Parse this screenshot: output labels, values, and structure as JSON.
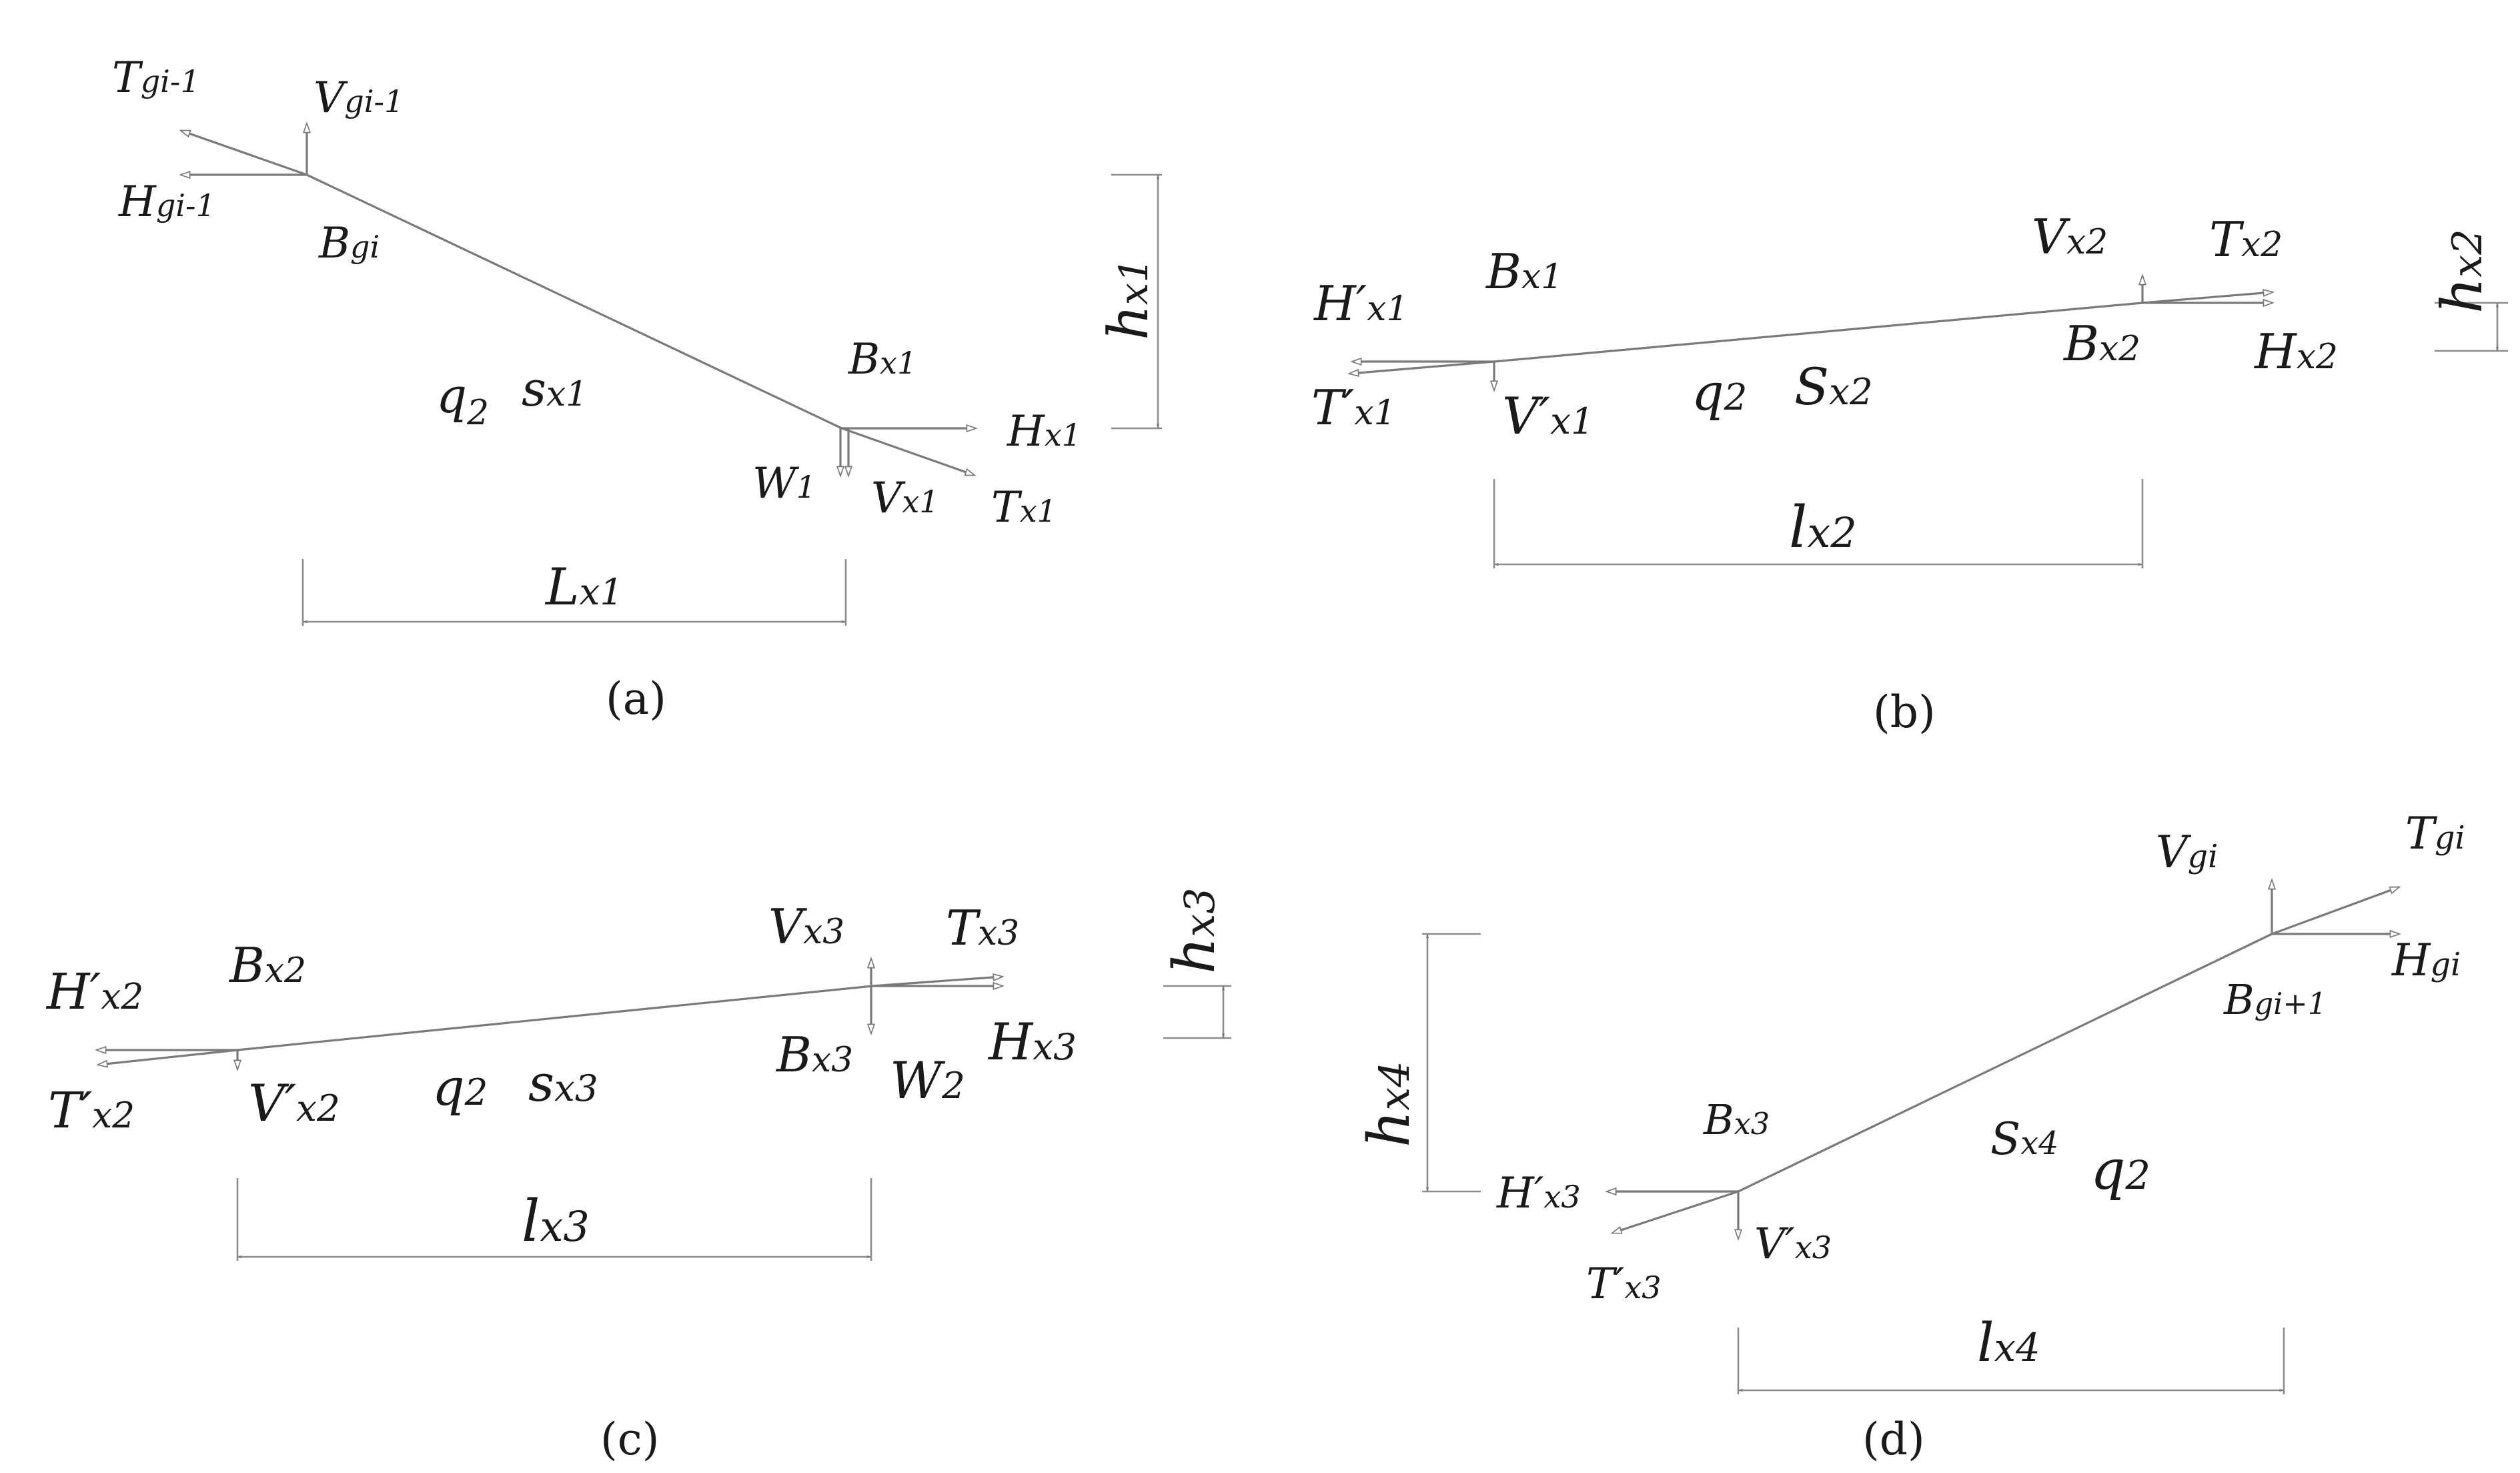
{
  "panels": [
    {
      "caption": "(a)",
      "labels": {
        "T_top": "T",
        "T_top_sub": "gi-1",
        "V_top": "V",
        "V_top_sub": "gi-1",
        "H_top": "H",
        "H_top_sub": "gi-1",
        "B_top": "B",
        "B_top_sub": "gi",
        "q": "q",
        "q_sub": "2",
        "s": "s",
        "s_sub": "x1",
        "B_end": "B",
        "B_end_sub": "x1",
        "H_end": "H",
        "H_end_sub": "x1",
        "W": "W",
        "W_sub": "1",
        "V_end": "V",
        "V_end_sub": "x1",
        "T_end": "T",
        "T_end_sub": "x1",
        "h": "h",
        "h_sub": "x1",
        "L": "L",
        "L_sub": "x1"
      }
    },
    {
      "caption": "(b)",
      "labels": {
        "H_left": "H′",
        "H_left_sub": "x1",
        "T_left": "T′",
        "T_left_sub": "x1",
        "B_left": "B",
        "B_left_sub": "x1",
        "V_left": "V′",
        "V_left_sub": "x1",
        "q": "q",
        "q_sub": "2",
        "s": "S",
        "s_sub": "x2",
        "V_right": "V",
        "V_right_sub": "x2",
        "T_right": "T",
        "T_right_sub": "x2",
        "B_right": "B",
        "B_right_sub": "x2",
        "H_right": "H",
        "H_right_sub": "x2",
        "h": "h",
        "h_sub": "x2",
        "l": "l",
        "l_sub": "x2"
      }
    },
    {
      "caption": "(c)",
      "labels": {
        "H_left": "H′",
        "H_left_sub": "x2",
        "T_left": "T′",
        "T_left_sub": "x2",
        "B_left": "B",
        "B_left_sub": "x2",
        "V_left": "V′",
        "V_left_sub": "x2",
        "q": "q",
        "q_sub": "2",
        "s": "s",
        "s_sub": "x3",
        "V_right": "V",
        "V_right_sub": "x3",
        "T_right": "T",
        "T_right_sub": "x3",
        "B_right": "B",
        "B_right_sub": "x3",
        "W": "W",
        "W_sub": "2",
        "H_right": "H",
        "H_right_sub": "x3",
        "h": "h",
        "h_sub": "x3",
        "l": "l",
        "l_sub": "x3"
      }
    },
    {
      "caption": "(d)",
      "labels": {
        "V_top": "V",
        "V_top_sub": "gi",
        "T_top": "T",
        "T_top_sub": "gi",
        "H_top": "H",
        "H_top_sub": "gi",
        "B_top": "B",
        "B_top_sub": "gi+1",
        "h": "h",
        "h_sub": "x4",
        "B_low": "B",
        "B_low_sub": "x3",
        "s": "S",
        "s_sub": "x4",
        "q": "q",
        "q_sub": "2",
        "H_low": "H′",
        "H_low_sub": "x3",
        "V_low": "V′",
        "V_low_sub": "x3",
        "T_low": "T′",
        "T_low_sub": "x3",
        "l": "l",
        "l_sub": "x4"
      }
    }
  ]
}
